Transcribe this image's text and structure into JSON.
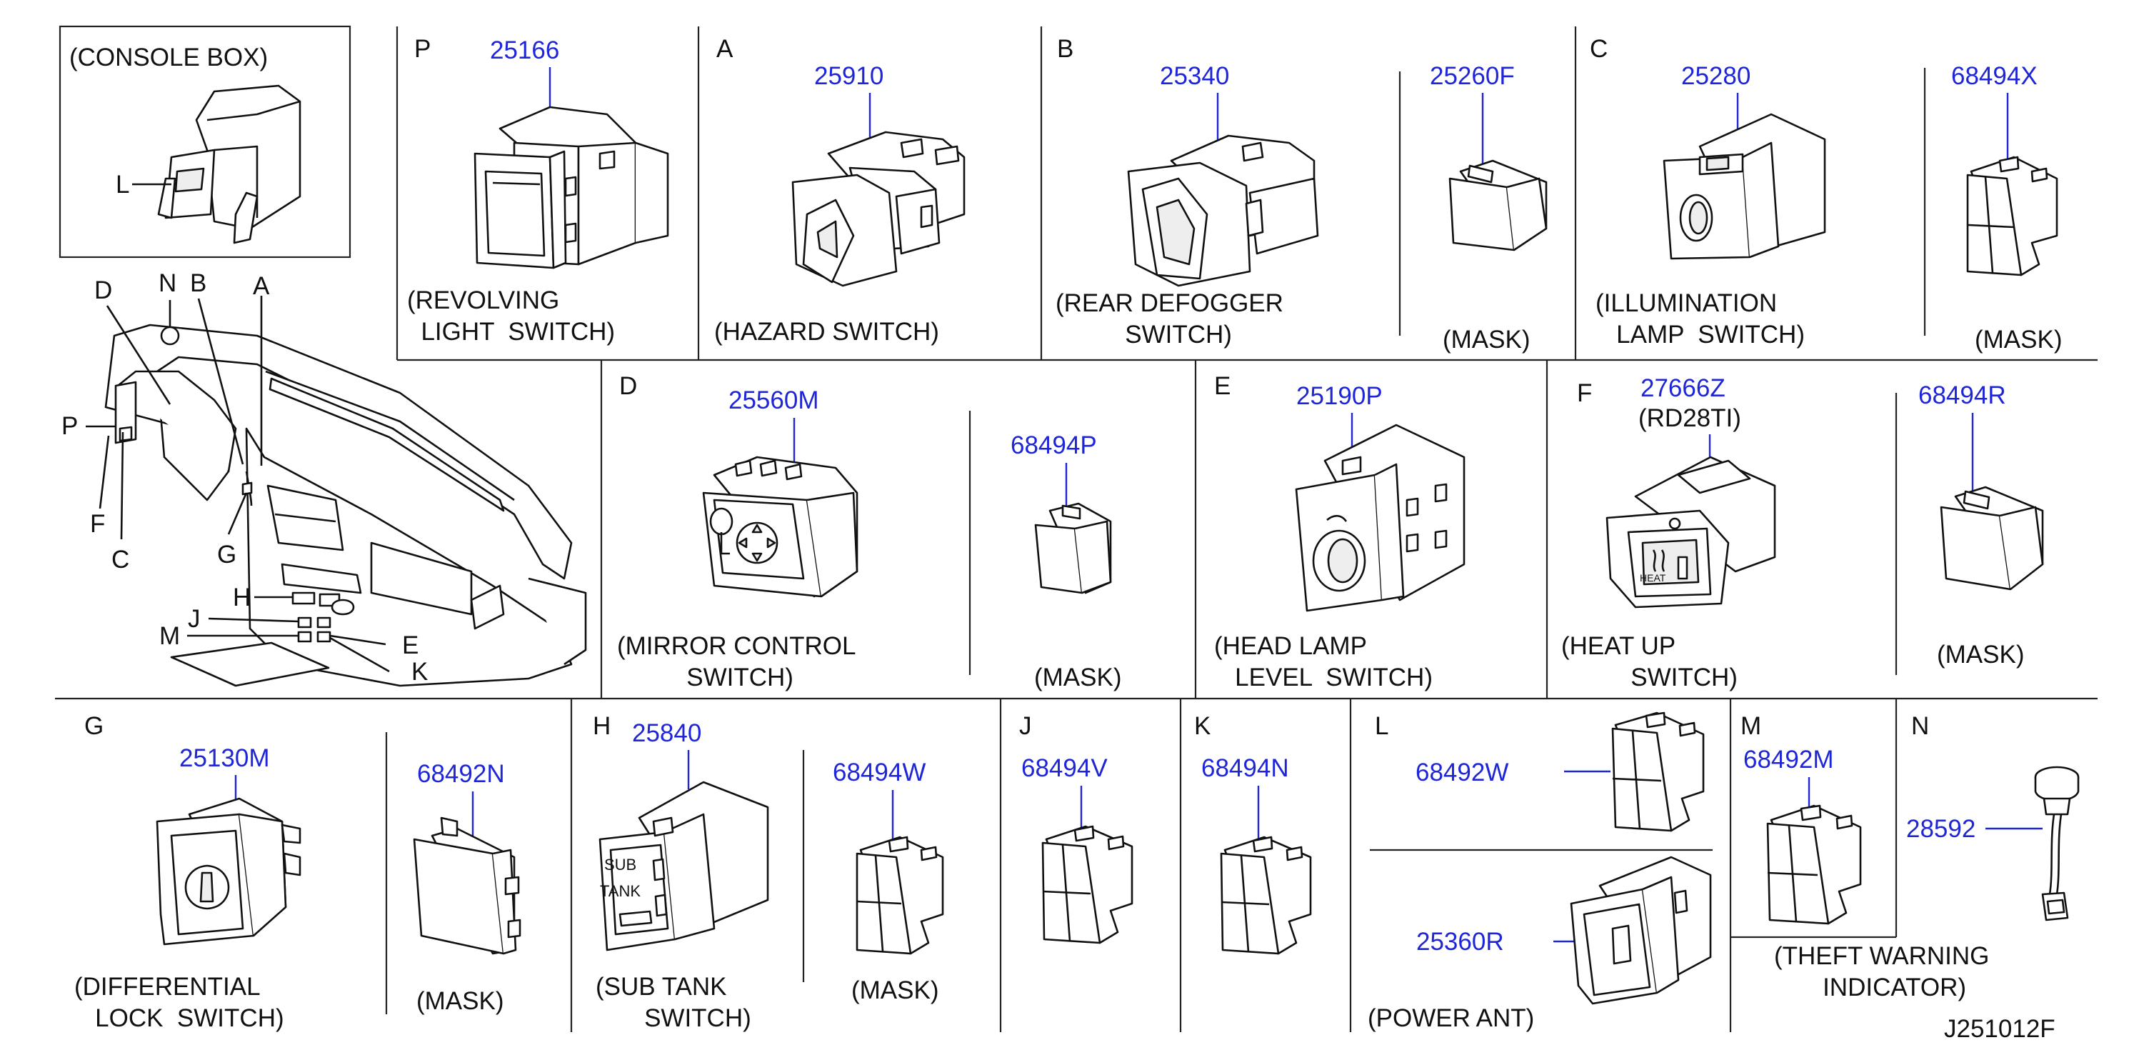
{
  "diagram_id": "J251012F",
  "overview": {
    "console_box_label": "(CONSOLE  BOX)",
    "callouts": [
      "L",
      "D",
      "N",
      "B",
      "A",
      "P",
      "F",
      "C",
      "G",
      "H",
      "J",
      "M",
      "E",
      "K"
    ]
  },
  "panels": [
    {
      "key": "P",
      "letter": "P",
      "parts": [
        "25166"
      ],
      "captions": [
        [
          "(REVOLVING",
          "  LIGHT  SWITCH)"
        ]
      ]
    },
    {
      "key": "A",
      "letter": "A",
      "parts": [
        "25910"
      ],
      "captions": [
        [
          "(HAZARD  SWITCH)"
        ]
      ]
    },
    {
      "key": "B",
      "letter": "B",
      "parts": [
        "25340",
        "25260F"
      ],
      "captions": [
        [
          "(REAR  DEFOGGER",
          "          SWITCH)"
        ],
        [
          "(MASK)"
        ]
      ]
    },
    {
      "key": "C",
      "letter": "C",
      "parts": [
        "25280",
        "68494X"
      ],
      "captions": [
        [
          "(ILLUMINATION",
          "   LAMP  SWITCH)"
        ],
        [
          "(MASK)"
        ]
      ]
    },
    {
      "key": "D",
      "letter": "D",
      "parts": [
        "25560M",
        "68494P"
      ],
      "captions": [
        [
          "(MIRROR  CONTROL",
          "          SWITCH)"
        ],
        [
          "(MASK)"
        ]
      ]
    },
    {
      "key": "E",
      "letter": "E",
      "parts": [
        "25190P"
      ],
      "captions": [
        [
          "(HEAD  LAMP",
          "   LEVEL  SWITCH)"
        ]
      ]
    },
    {
      "key": "F",
      "letter": "F",
      "parts": [
        "27666Z",
        "68494R"
      ],
      "notes": [
        "(RD28TI)"
      ],
      "captions": [
        [
          "(HEAT  UP",
          "          SWITCH)"
        ],
        [
          "(MASK)"
        ]
      ]
    },
    {
      "key": "G",
      "letter": "G",
      "parts": [
        "25130M",
        "68492N"
      ],
      "captions": [
        [
          "(DIFFERENTIAL",
          "   LOCK  SWITCH)"
        ],
        [
          "(MASK)"
        ]
      ]
    },
    {
      "key": "H",
      "letter": "H",
      "parts": [
        "25840",
        "68494W"
      ],
      "captions": [
        [
          "(SUB  TANK",
          "       SWITCH)"
        ],
        [
          "(MASK)"
        ]
      ]
    },
    {
      "key": "J",
      "letter": "J",
      "parts": [
        "68494V"
      ],
      "captions": []
    },
    {
      "key": "K",
      "letter": "K",
      "parts": [
        "68494N"
      ],
      "captions": []
    },
    {
      "key": "L",
      "letter": "L",
      "parts": [
        "68492W",
        "25360R"
      ],
      "captions": [
        [
          "(POWER  ANT)"
        ]
      ]
    },
    {
      "key": "M",
      "letter": "M",
      "parts": [
        "68492M"
      ],
      "captions": [
        [
          "(THEFT  WARNING",
          "       INDICATOR)"
        ]
      ]
    },
    {
      "key": "N",
      "letter": "N",
      "parts": [
        "28592"
      ],
      "captions": []
    }
  ],
  "switch_markings": {
    "sub": "SUB",
    "tank": "TANK",
    "heat": "HEAT"
  },
  "colors": {
    "part_number": "#1f26d8",
    "ink": "#111111",
    "frame": "#222222"
  }
}
